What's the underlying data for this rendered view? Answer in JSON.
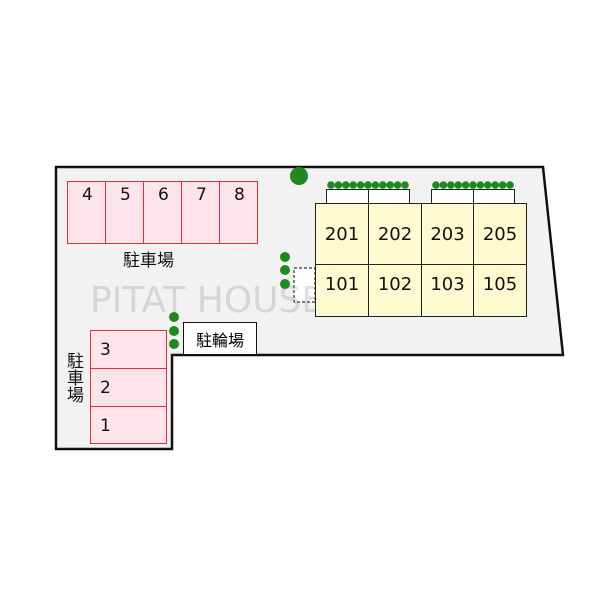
{
  "parking_top": {
    "label": "駐車場",
    "spaces": [
      "4",
      "5",
      "6",
      "7",
      "8"
    ]
  },
  "parking_left": {
    "label": "駐車場",
    "spaces": [
      "3",
      "2",
      "1"
    ]
  },
  "bicycle_parking": {
    "label": "駐輪場"
  },
  "building": {
    "upper_units": [
      "201",
      "202",
      "203",
      "205"
    ],
    "lower_units": [
      "101",
      "102",
      "103",
      "105"
    ]
  },
  "watermark": "PITAT HOUSE NETWORK",
  "colors": {
    "parking_fill": "#fde4ea",
    "parking_border": "#d8303e",
    "unit_fill": "#fdfad0",
    "tree": "#1e8a1e",
    "lot": "#f2f2f2"
  }
}
